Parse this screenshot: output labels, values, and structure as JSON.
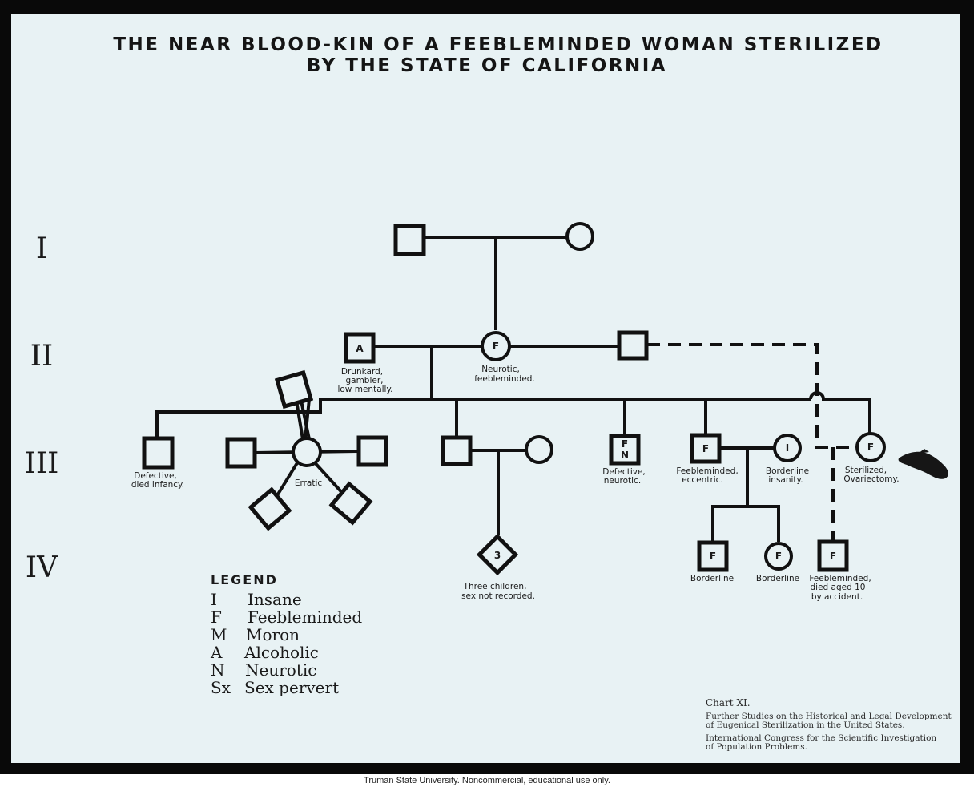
{
  "title": {
    "line1": "THE NEAR BLOOD-KIN OF A FEEBLEMINDED WOMAN STERILIZED",
    "line2": "BY THE STATE OF CALIFORNIA"
  },
  "generations": [
    "I",
    "II",
    "III",
    "IV"
  ],
  "marks": {
    "gen2_father": "A",
    "gen2_mother": "F",
    "gen3_son_a": "F",
    "gen3_son_b": "N",
    "gen3_son_c": "F",
    "gen3_wife_c": "I",
    "gen3_proband": "F",
    "gen4_three": "3",
    "gen4_son1": "F",
    "gen4_daughter": "F",
    "gen4_son2": "F"
  },
  "labels": {
    "gen2_father_l1": "Drunkard,",
    "gen2_father_l2": "gambler,",
    "gen2_father_l3": "low mentally.",
    "gen2_mother_l1": "Neurotic,",
    "gen2_mother_l2": "feebleminded.",
    "gen3_first_l1": "Defective,",
    "gen3_first_l2": "died infancy.",
    "erratic": "Erratic",
    "gen3_son_a_l1": "Defective,",
    "gen3_son_a_l2": "neurotic.",
    "gen3_son_c_l1": "Feebleminded,",
    "gen3_son_c_l2": "eccentric.",
    "gen3_wife_l1": "Borderline",
    "gen3_wife_l2": "insanity.",
    "proband_l1": "Sterilized,",
    "proband_l2": "Ovariectomy.",
    "three_l1": "Three children,",
    "three_l2": "sex not recorded.",
    "gen4_son1": "Borderline",
    "gen4_daughter": "Borderline",
    "gen4_son2_l1": "Feebleminded,",
    "gen4_son2_l2": "died aged 10",
    "gen4_son2_l3": "by accident."
  },
  "legend": {
    "heading": "LEGEND",
    "items": [
      {
        "key": "I",
        "value": "Insane"
      },
      {
        "key": "F",
        "value": "Feebleminded"
      },
      {
        "key": "M",
        "value": "Moron"
      },
      {
        "key": "A",
        "value": "Alcoholic"
      },
      {
        "key": "N",
        "value": "Neurotic"
      },
      {
        "key": "Sx",
        "value": "Sex pervert"
      }
    ]
  },
  "source": {
    "chart": "Chart XI.",
    "line1": "Further Studies on the Historical and Legal Development",
    "line2": "of Eugenical Sterilization in the United States.",
    "line3": "International Congress for the Scientific Investigation",
    "line4": "of Population Problems."
  },
  "footer": "Truman State University.  Noncommercial, educational use only."
}
